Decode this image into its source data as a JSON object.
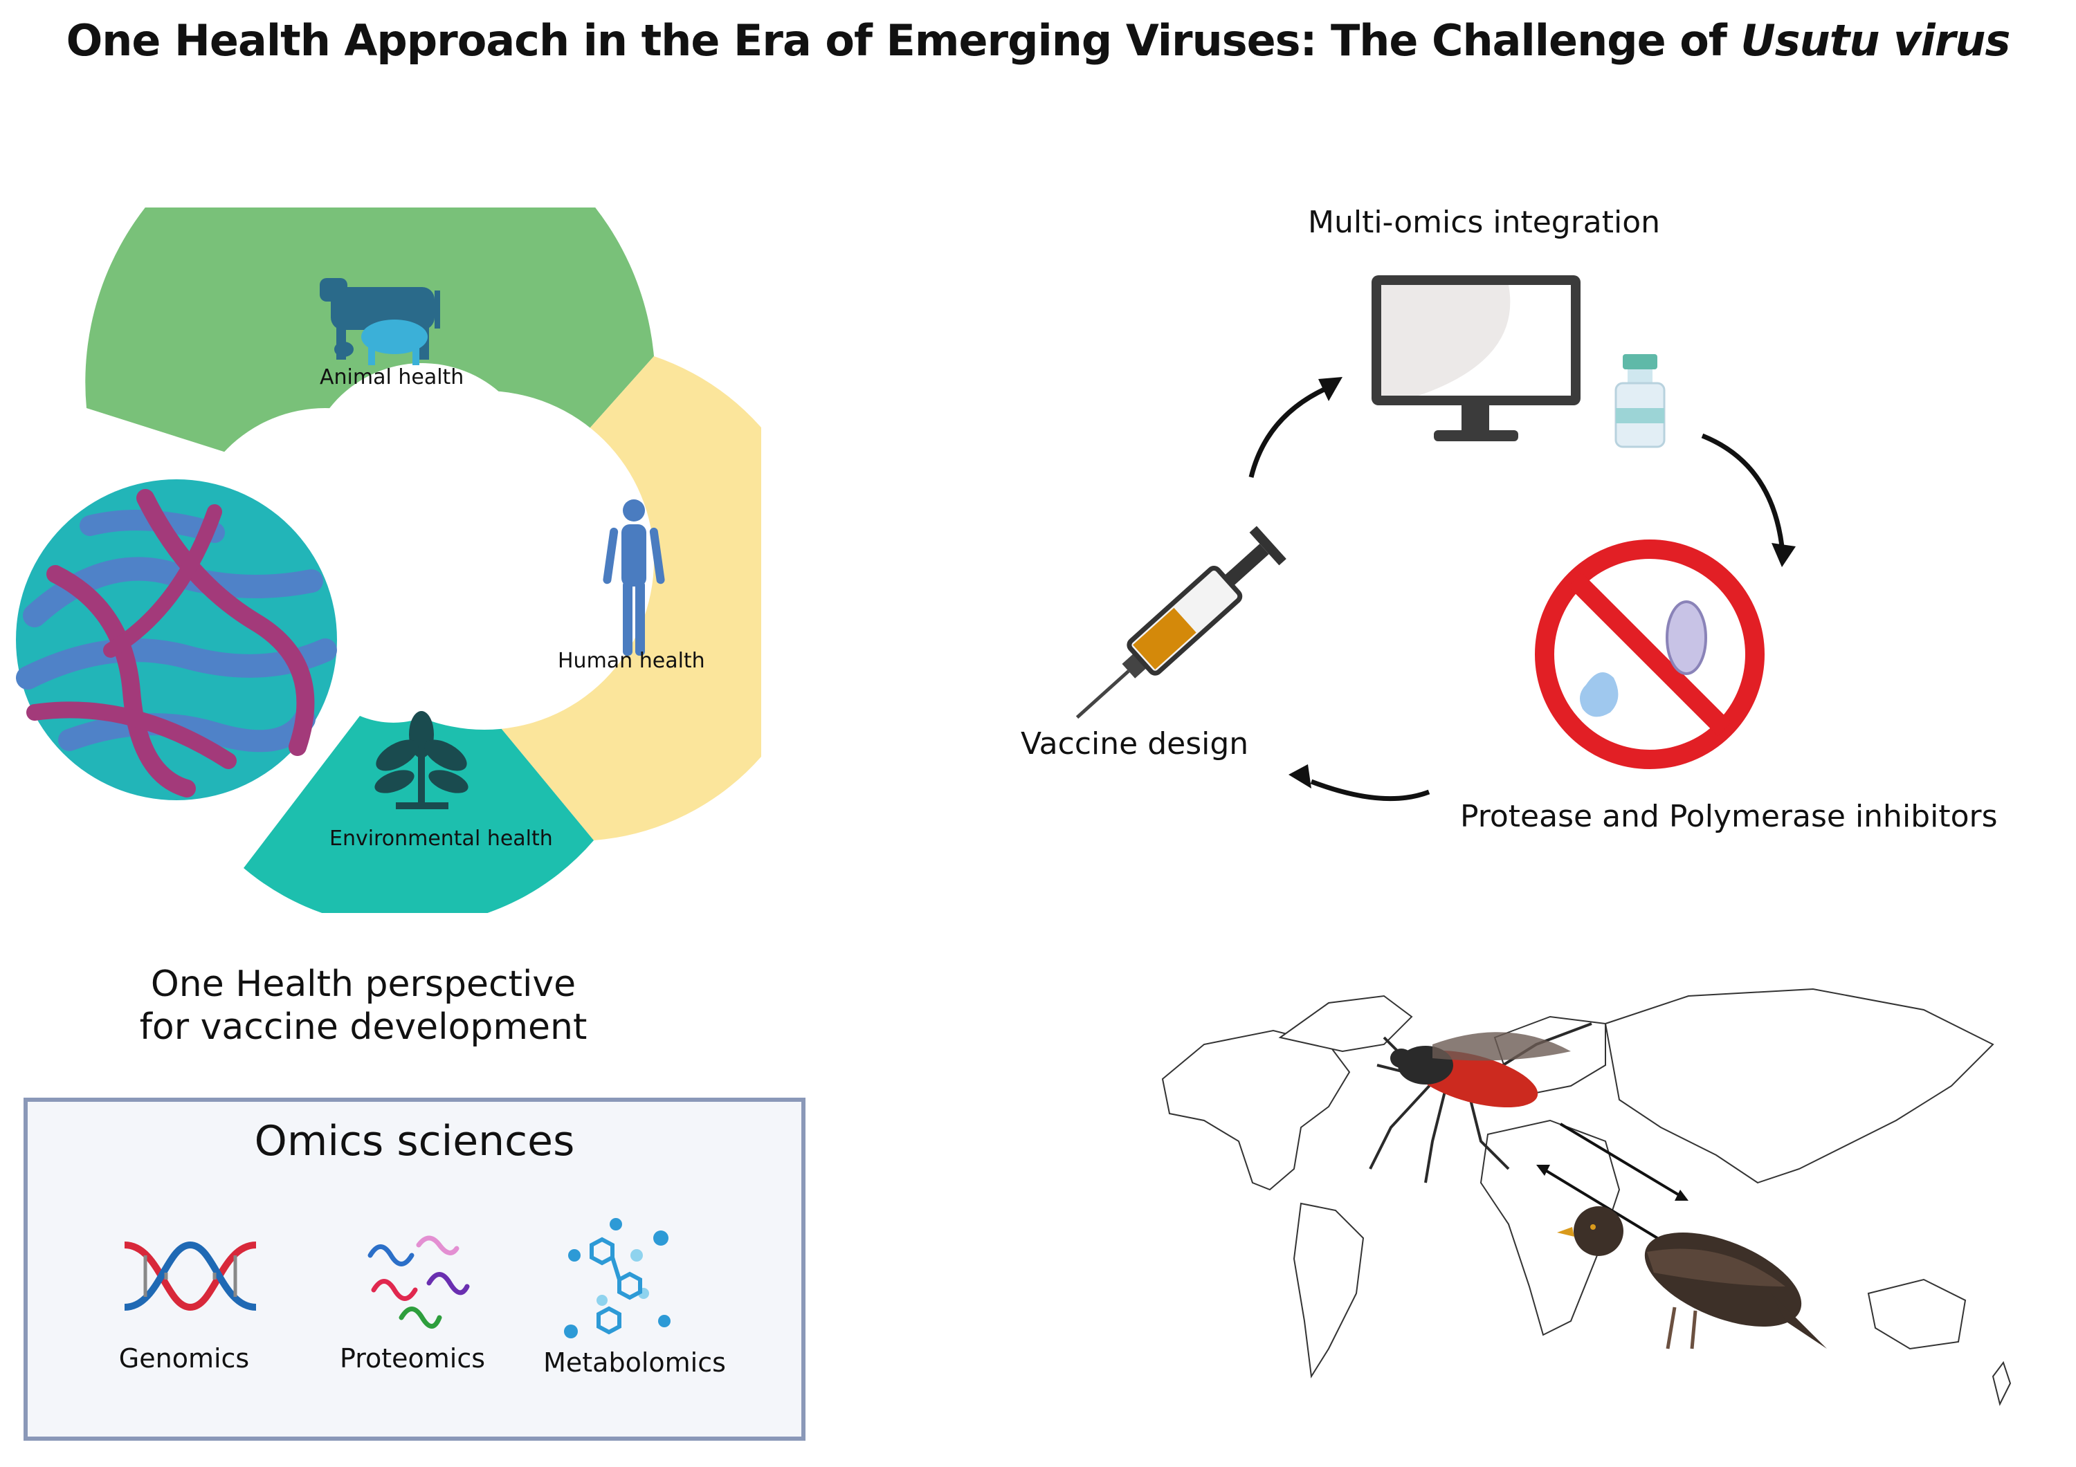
{
  "title": {
    "main": "One Health Approach in the Era of Emerging Viruses: The Challenge of ",
    "italic": "Usutu virus"
  },
  "one_health_ring": {
    "animal": "Animal health",
    "human": "Human health",
    "environment": "Environmental health",
    "colors": {
      "animal": "#79c179",
      "human": "#fbe59b",
      "environment": "#1dbfae"
    }
  },
  "perspective": {
    "line1": "One Health perspective",
    "line2": "for vaccine development"
  },
  "omics": {
    "title": "Omics sciences",
    "items": [
      "Genomics",
      "Proteomics",
      "Metabolomics"
    ]
  },
  "cycle": {
    "top": "Multi-omics integration",
    "left": "Vaccine design",
    "right": "Protease and Polymerase inhibitors"
  }
}
